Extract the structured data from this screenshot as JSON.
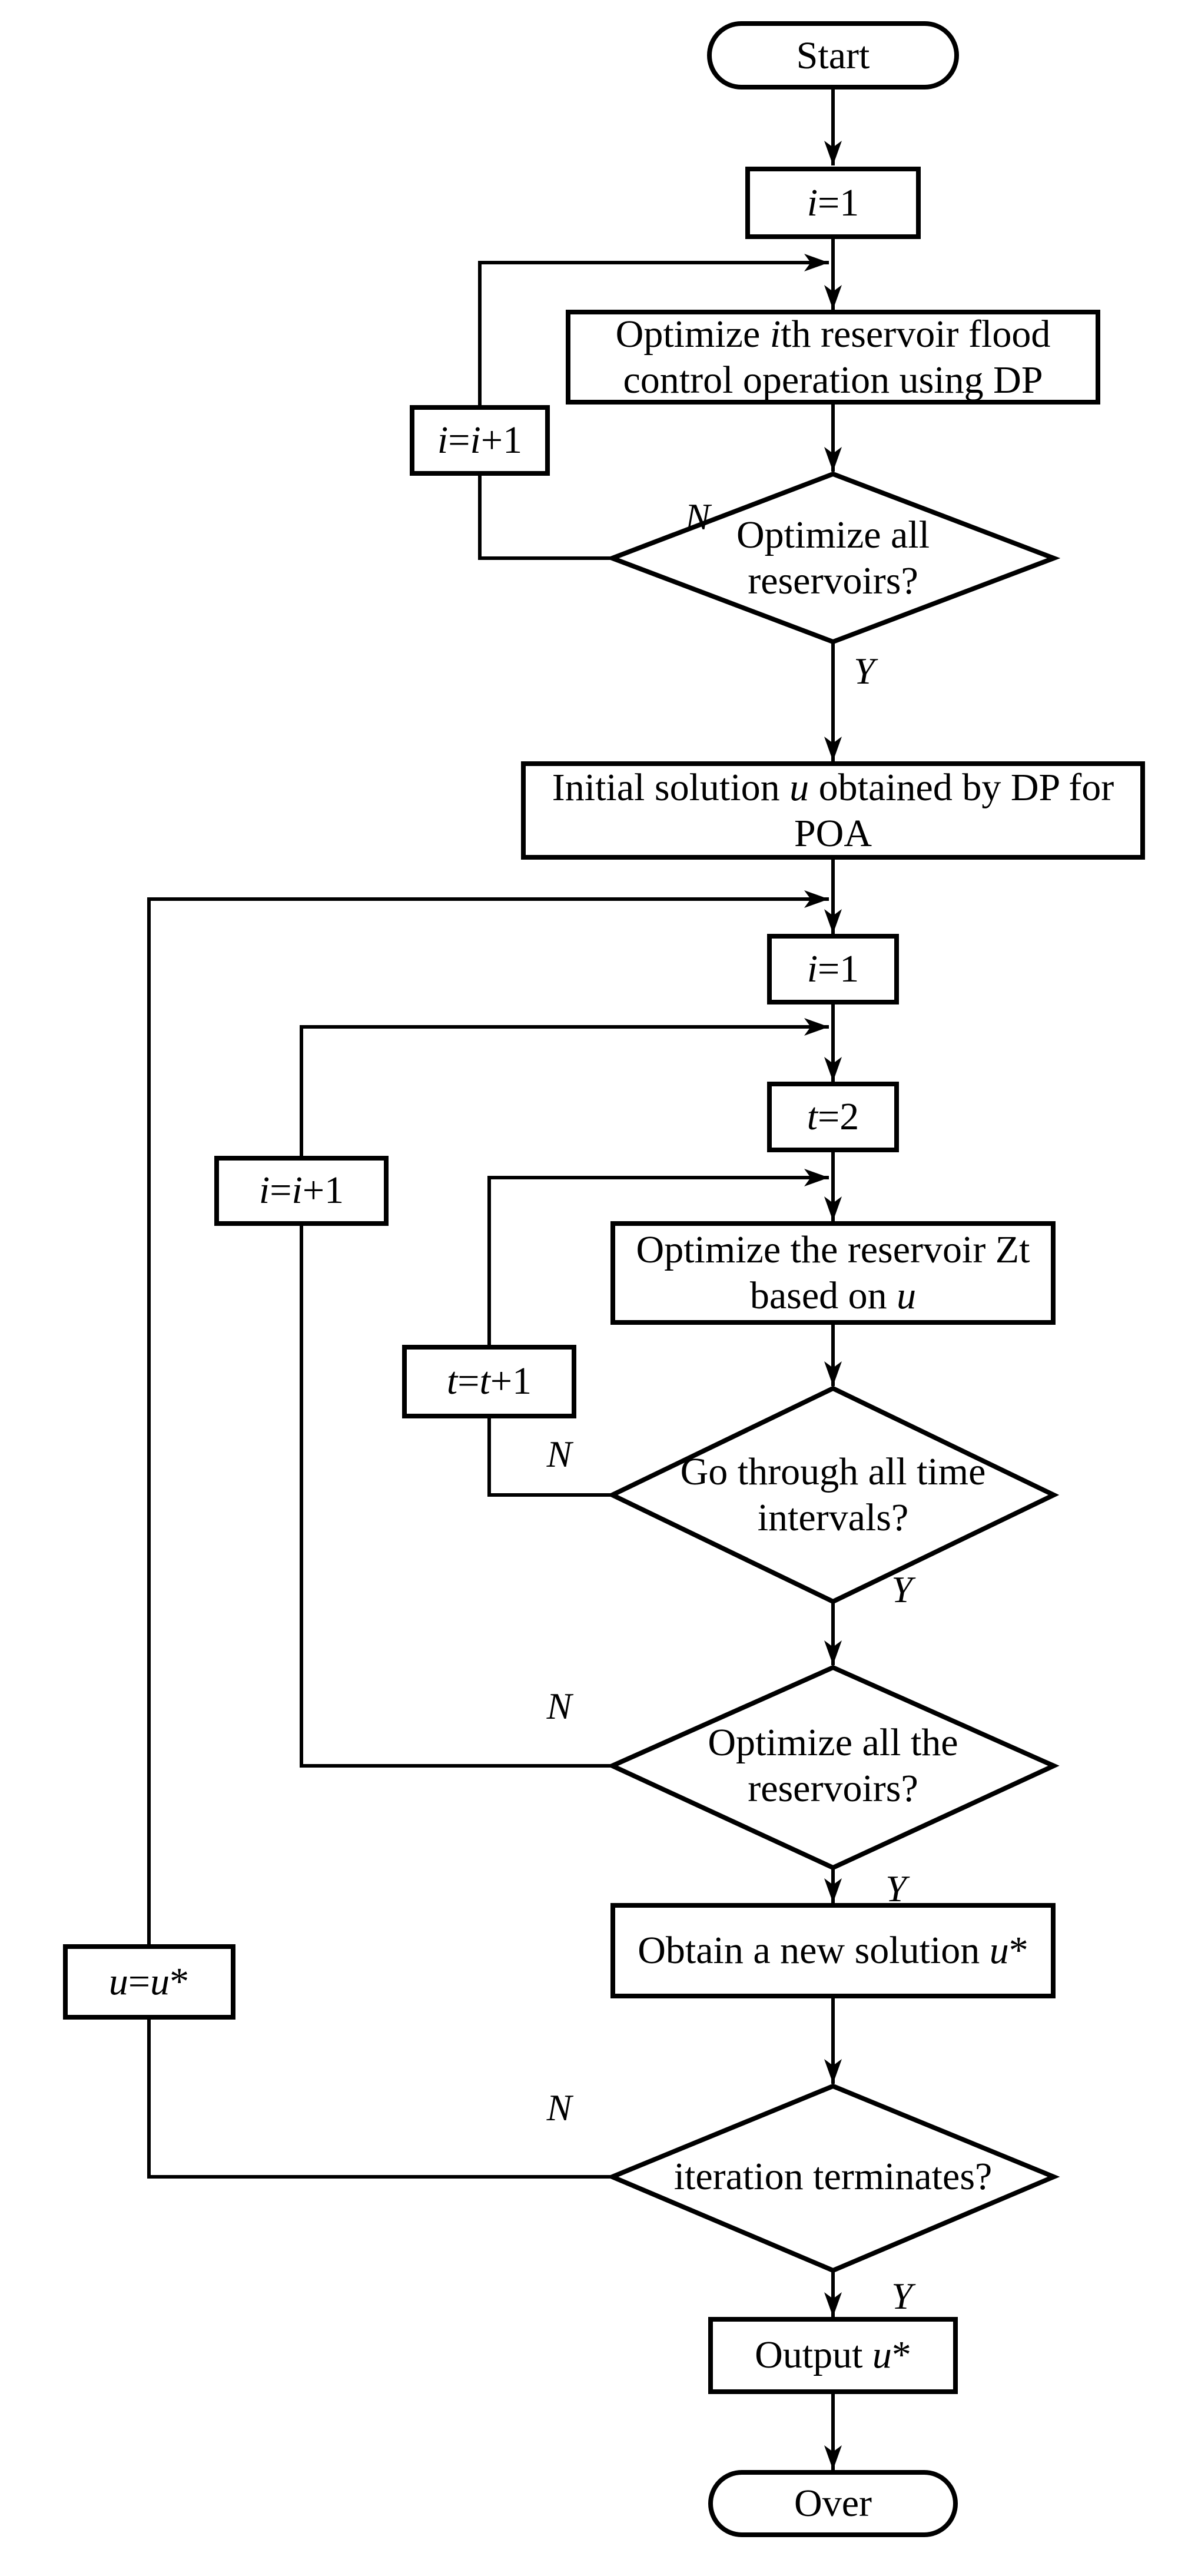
{
  "colors": {
    "ink": "#000000",
    "paper": "#ffffff"
  },
  "branch_labels": {
    "no": "N",
    "yes": "Y"
  },
  "nodes": {
    "start": {
      "shape": "terminator",
      "runs": [
        {
          "t": "Start"
        }
      ]
    },
    "set_i_1_first": {
      "shape": "process",
      "runs": [
        {
          "t": "i",
          "i": true
        },
        {
          "t": "=1"
        }
      ]
    },
    "optimize_ith_dp": {
      "shape": "process",
      "runs": [
        {
          "t": "Optimize "
        },
        {
          "t": "i",
          "i": true
        },
        {
          "t": "th reservoir flood"
        },
        {
          "br": true
        },
        {
          "t": "control operation using DP"
        }
      ]
    },
    "increment_i_first": {
      "shape": "process",
      "runs": [
        {
          "t": "i",
          "i": true
        },
        {
          "t": "="
        },
        {
          "t": "i",
          "i": true
        },
        {
          "t": "+1"
        }
      ]
    },
    "optimize_all_reservoirs": {
      "shape": "decision",
      "runs": [
        {
          "t": "Optimize all"
        },
        {
          "br": true
        },
        {
          "t": "reservoirs?"
        }
      ]
    },
    "initial_solution_poa": {
      "shape": "process",
      "runs": [
        {
          "t": "Initial solution "
        },
        {
          "t": "u",
          "i": true
        },
        {
          "t": " obtained by DP for"
        },
        {
          "br": true
        },
        {
          "t": "POA"
        }
      ]
    },
    "set_i_1_second": {
      "shape": "process",
      "runs": [
        {
          "t": "i",
          "i": true
        },
        {
          "t": "=1"
        }
      ]
    },
    "set_t_2": {
      "shape": "process",
      "runs": [
        {
          "t": "t",
          "i": true
        },
        {
          "t": "=2"
        }
      ]
    },
    "increment_i_second": {
      "shape": "process",
      "runs": [
        {
          "t": "i",
          "i": true
        },
        {
          "t": "="
        },
        {
          "t": "i",
          "i": true
        },
        {
          "t": "+1"
        }
      ]
    },
    "optimize_reservoir_zt": {
      "shape": "process",
      "runs": [
        {
          "t": "Optimize the reservoir Zt"
        },
        {
          "br": true
        },
        {
          "t": "based on "
        },
        {
          "t": "u",
          "i": true
        }
      ]
    },
    "increment_t": {
      "shape": "process",
      "runs": [
        {
          "t": "t",
          "i": true
        },
        {
          "t": "="
        },
        {
          "t": "t",
          "i": true
        },
        {
          "t": "+1"
        }
      ]
    },
    "all_time_intervals": {
      "shape": "decision",
      "runs": [
        {
          "t": "Go through all time"
        },
        {
          "br": true
        },
        {
          "t": "intervals?"
        }
      ]
    },
    "all_the_reservoirs": {
      "shape": "decision",
      "runs": [
        {
          "t": "Optimize all the"
        },
        {
          "br": true
        },
        {
          "t": "reservoirs?"
        }
      ]
    },
    "obtain_new_solution": {
      "shape": "process",
      "runs": [
        {
          "t": "Obtain a new solution "
        },
        {
          "t": "u",
          "i": true
        },
        {
          "t": "*"
        }
      ]
    },
    "assign_u_star": {
      "shape": "process",
      "runs": [
        {
          "t": "u",
          "i": true
        },
        {
          "t": "="
        },
        {
          "t": "u",
          "i": true
        },
        {
          "t": "*"
        }
      ]
    },
    "iteration_terminates": {
      "shape": "decision",
      "runs": [
        {
          "t": "iteration terminates?"
        }
      ]
    },
    "output_u_star": {
      "shape": "process",
      "runs": [
        {
          "t": "Output "
        },
        {
          "t": "u",
          "i": true
        },
        {
          "t": "*"
        }
      ]
    },
    "over": {
      "shape": "terminator",
      "runs": [
        {
          "t": "Over"
        }
      ]
    }
  }
}
